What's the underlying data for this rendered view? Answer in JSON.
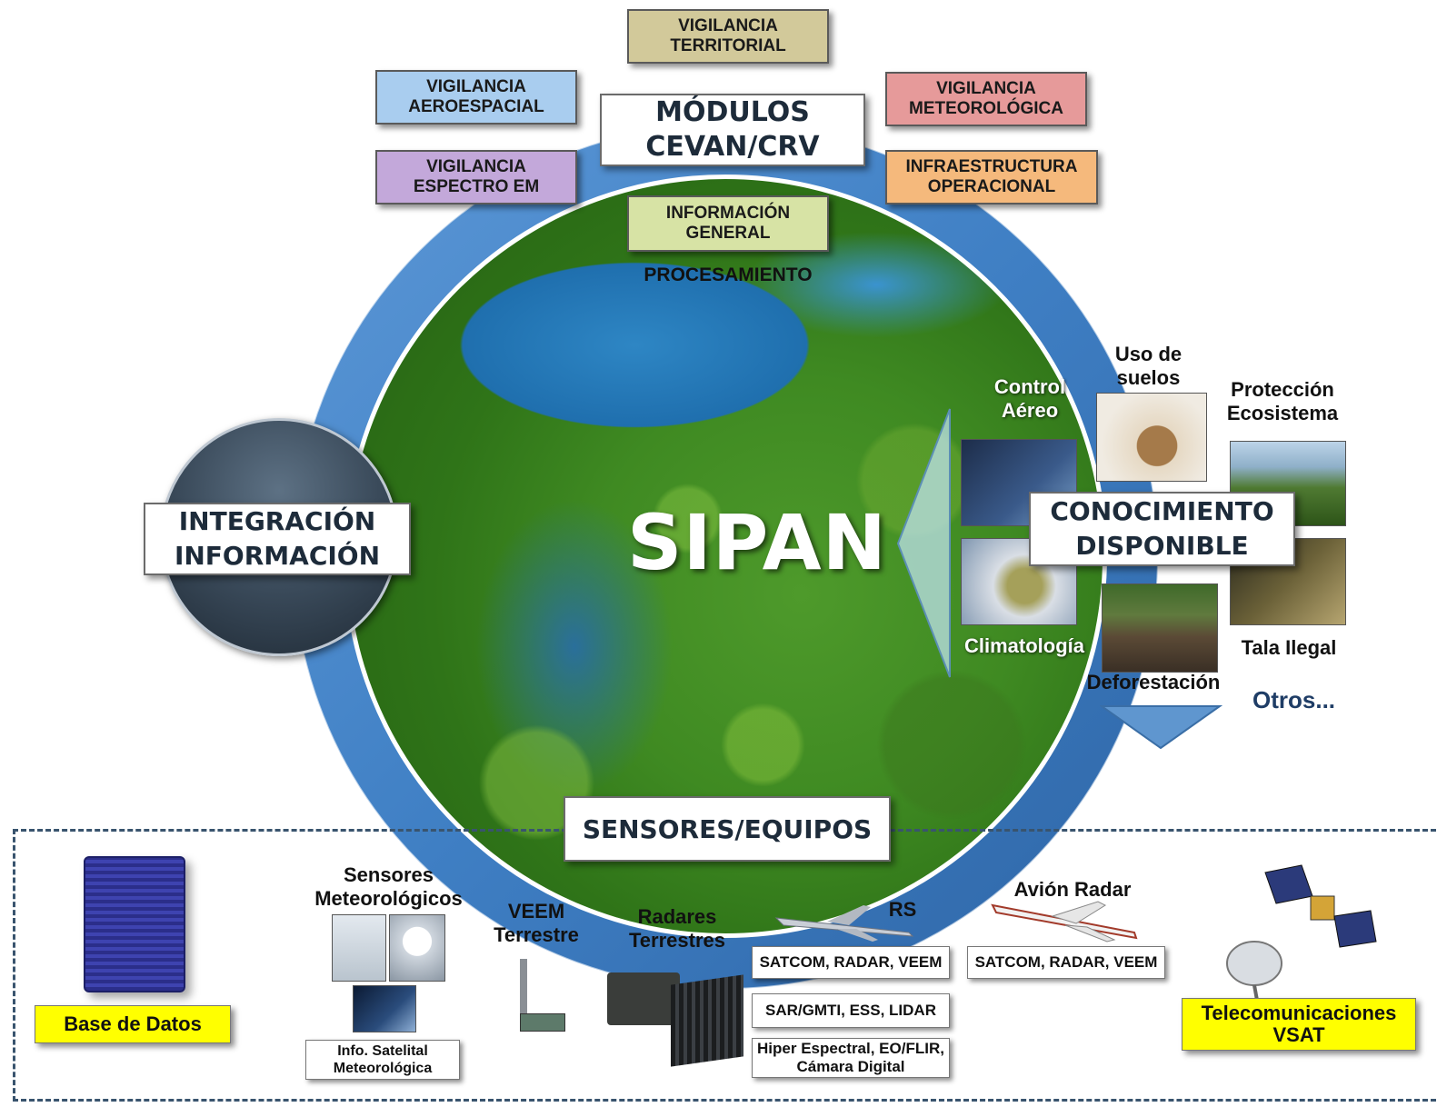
{
  "diagram": {
    "center_title": "SIPAN",
    "modules_title": [
      "MÓDULOS",
      "CEVAN/CRV"
    ],
    "modules": [
      {
        "lines": [
          "VIGILANCIA",
          "TERRITORIAL"
        ],
        "color": "#d2c99a"
      },
      {
        "lines": [
          "VIGILANCIA",
          "AEROESPACIAL"
        ],
        "color": "#a9cdef"
      },
      {
        "lines": [
          "VIGILANCIA",
          "METEOROLÓGICA"
        ],
        "color": "#e69a9a"
      },
      {
        "lines": [
          "VIGILANCIA",
          "ESPECTRO EM"
        ],
        "color": "#c3a8da"
      },
      {
        "lines": [
          "INFRAESTRUCTURA",
          "OPERACIONAL"
        ],
        "color": "#f5b97c"
      },
      {
        "lines": [
          "INFORMACIÓN",
          "GENERAL"
        ],
        "color": "#d7e3a5"
      }
    ],
    "procesamiento": "PROCESAMIENTO",
    "integracion": [
      "INTEGRACIÓN",
      "INFORMACIÓN"
    ],
    "conocimiento": [
      "CONOCIMIENTO",
      "DISPONIBLE"
    ],
    "sensores_title": "SENSORES/EQUIPOS",
    "knowledge_items": {
      "control_aereo": [
        "Control",
        "Aéreo"
      ],
      "uso_suelos": [
        "Uso de",
        "suelos"
      ],
      "proteccion": [
        "Protección",
        "Ecosistema"
      ],
      "climatologia": "Climatología",
      "deforestacion": "Deforestación",
      "tala": "Tala Ilegal",
      "otros": "Otros..."
    },
    "equipment": {
      "base_datos": "Base de Datos",
      "sensores_met": [
        "Sensores",
        "Meteorológicos"
      ],
      "info_satelital": [
        "Info. Satelital",
        "Meteorológica"
      ],
      "veem": [
        "VEEM",
        "Terrestre"
      ],
      "radares": [
        "Radares",
        "Terrestres"
      ],
      "rs": "RS",
      "avion_radar": "Avión Radar",
      "rs_box1": "SATCOM, RADAR, VEEM",
      "rs_box2": "SAR/GMTI, ESS, LIDAR",
      "rs_box3": [
        "Hiper Espectral, EO/FLIR,",
        "Cámara Digital"
      ],
      "avion_box": "SATCOM, RADAR, VEEM",
      "telecom": [
        "Telecomunicaciones",
        "VSAT"
      ]
    },
    "colors": {
      "ring": "#4a86c8",
      "ring_dark": "#2f67a8",
      "dashed_border": "#39546e",
      "highlight_yellow": "#ffff00",
      "otros_text": "#1f3d66"
    }
  }
}
